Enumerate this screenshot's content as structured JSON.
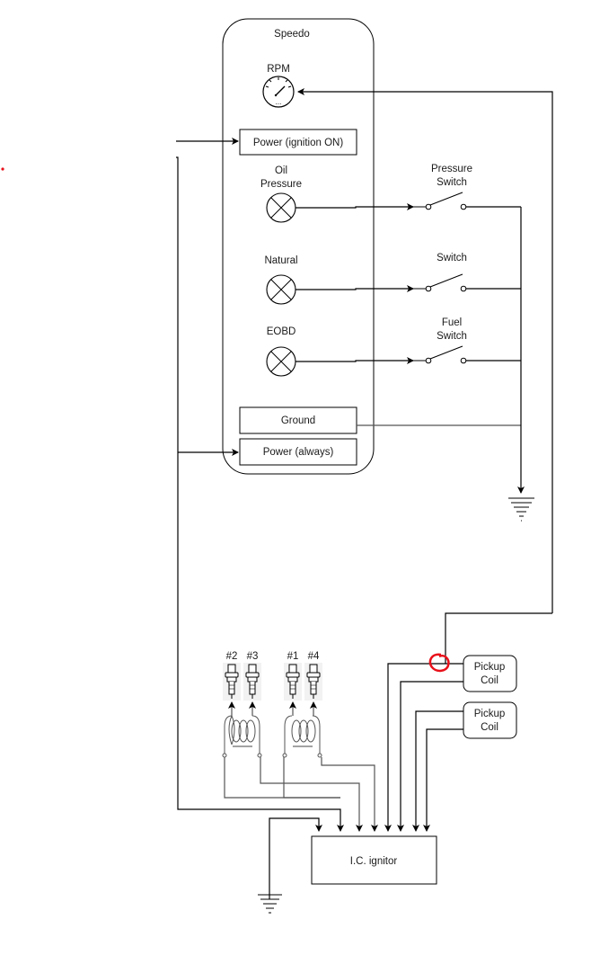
{
  "diagram": {
    "speedo": {
      "title": "Speedo"
    },
    "gauges": {
      "rpm": {
        "label": "RPM"
      },
      "oil": {
        "label_line1": "Oil",
        "label_line2": "Pressure"
      },
      "natural": {
        "label": "Natural"
      },
      "eobd": {
        "label": "EOBD"
      }
    },
    "connectors": {
      "power_ign": "Power (ignition ON)",
      "ground": "Ground",
      "power_always": "Power (always)"
    },
    "switches": {
      "pressure": {
        "label_line1": "Pressure",
        "label_line2": "Switch"
      },
      "plain": {
        "label": "Switch"
      },
      "fuel": {
        "label_line1": "Fuel",
        "label_line2": "Switch"
      }
    },
    "spark_plugs": [
      "#2",
      "#3",
      "#1",
      "#4"
    ],
    "pickup_coils": [
      {
        "line1": "Pickup",
        "line2": "Coil"
      },
      {
        "line1": "Pickup",
        "line2": "Coil"
      }
    ],
    "ignitor": {
      "label": "I.C. ignitor"
    },
    "annotation_color": "#e8101a"
  }
}
